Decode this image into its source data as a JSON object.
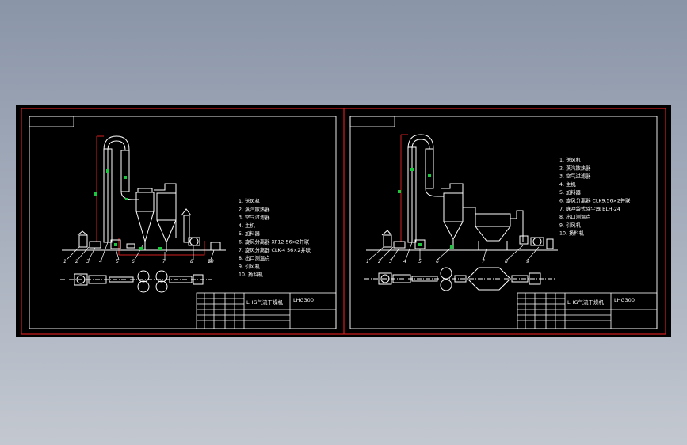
{
  "colors": {
    "background": "#000000",
    "frame": "#d21e1e",
    "line": "#ffffff",
    "marker": "#19c83c"
  },
  "left_sheet": {
    "legend": [
      "1. 送风机",
      "2. 蒸汽散热器",
      "3. 空气过滤器",
      "4. 主机",
      "5. 加料器",
      "6. 旋风分离器 XF12 56×2并联",
      "7. 旋风分离器 CLK-4 56×2并联",
      "8. 出口测温点",
      "9. 引风机",
      "10. 扬料机"
    ],
    "part_numbers": [
      "1",
      "2",
      "3",
      "4",
      "5",
      "6",
      "7",
      "8",
      "9",
      "10"
    ],
    "title_block": {
      "title": "LHG气流干燥机",
      "code": "LHG300"
    }
  },
  "right_sheet": {
    "legend": [
      "1. 送风机",
      "2. 蒸汽散热器",
      "3. 空气过滤器",
      "4. 主机",
      "5. 加料器",
      "6. 旋风分离器 CLK9.56×2并联",
      "7. 脉冲袋式除尘器 BLH-24",
      "8. 出口测温点",
      "9. 引风机",
      "10. 扬料机"
    ],
    "part_numbers": [
      "1",
      "2",
      "3",
      "4",
      "5",
      "6",
      "7",
      "8",
      "9"
    ],
    "title_block": {
      "title": "LHG气流干燥机",
      "code": "LHG300"
    }
  }
}
